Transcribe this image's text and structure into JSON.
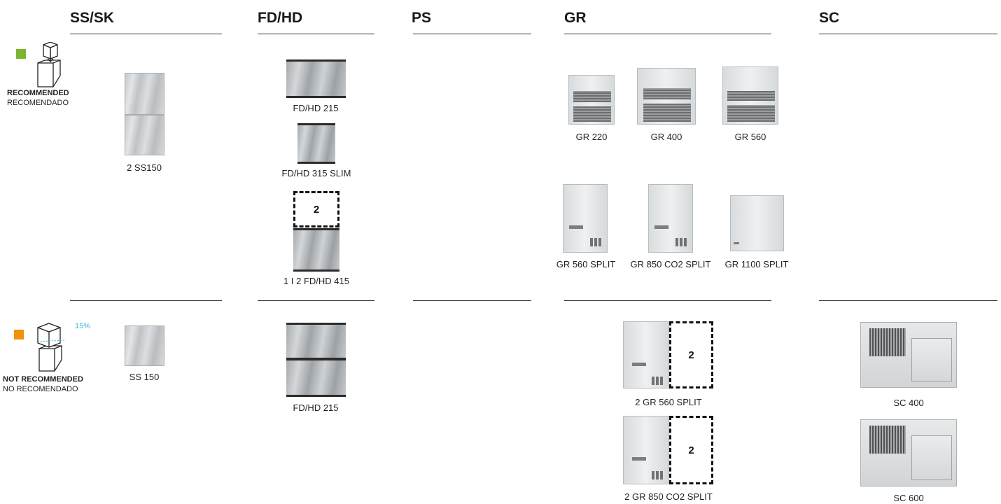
{
  "columns": {
    "ss_sk": "SS/SK",
    "fd_hd": "FD/HD",
    "ps": "PS",
    "gr": "GR",
    "sc": "SC"
  },
  "legend": {
    "recommended": {
      "label": "RECOMMENDED",
      "sub": "RECOMENDADO",
      "color": "#7cb531",
      "icon": "ice-bin-icon"
    },
    "not_recommended": {
      "label": "NOT RECOMMENDED",
      "sub": "NO RECOMENDADO",
      "color": "#f0900d",
      "icon": "ice-bin-overflow-icon",
      "percent": "15%"
    }
  },
  "recommended": {
    "ss_sk": [
      "2 SS150"
    ],
    "fd_hd": [
      "FD/HD 215",
      "FD/HD 315 SLIM",
      "1 I 2 FD/HD 415"
    ],
    "fd_hd_badge": "2",
    "gr": [
      "GR 220",
      "GR 400",
      "GR 560",
      "GR 560 SPLIT",
      "GR 850 CO2  SPLIT",
      "GR 1100 SPLIT"
    ]
  },
  "not_recommended": {
    "ss_sk": [
      "SS 150"
    ],
    "fd_hd": [
      "FD/HD 215"
    ],
    "gr": [
      "2 GR 560 SPLIT",
      "2 GR 850 CO2  SPLIT"
    ],
    "gr_badge": "2",
    "sc": [
      "SC 400",
      "SC 600"
    ]
  }
}
